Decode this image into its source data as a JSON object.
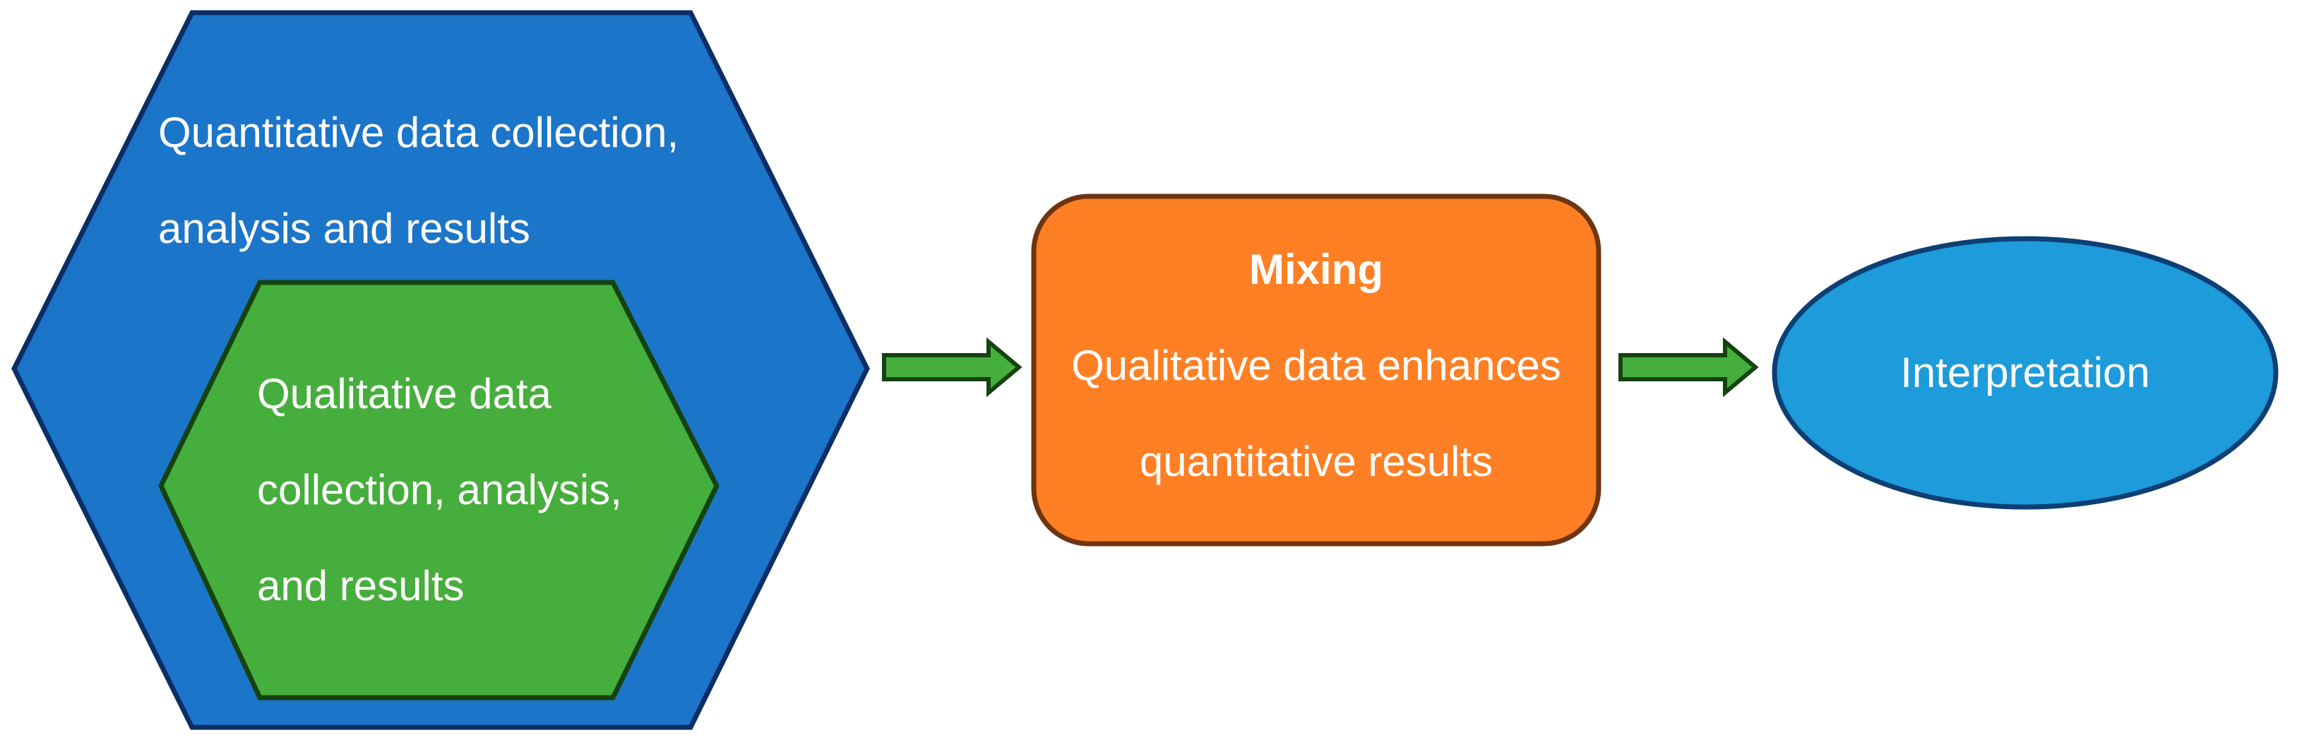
{
  "outer_hexagon": {
    "lines": [
      "Quantitative data collection,",
      "analysis and results"
    ],
    "fill": "#1B75C9",
    "stroke": "#0B2E66"
  },
  "inner_hexagon": {
    "lines": [
      "Qualitative data",
      "collection, analysis,",
      "and results"
    ],
    "fill": "#46AE3C",
    "stroke": "#15430F"
  },
  "mixing_box": {
    "title": "Mixing",
    "lines": [
      "Qualitative data enhances",
      "quantitative results"
    ],
    "fill": "#FF7F24",
    "stroke": "#6E3512"
  },
  "interpretation_ellipse": {
    "label": "Interpretation",
    "fill": "#1D9BDA",
    "stroke": "#0C3F74"
  },
  "arrows": {
    "fill": "#46AE3C",
    "stroke": "#15430F"
  }
}
